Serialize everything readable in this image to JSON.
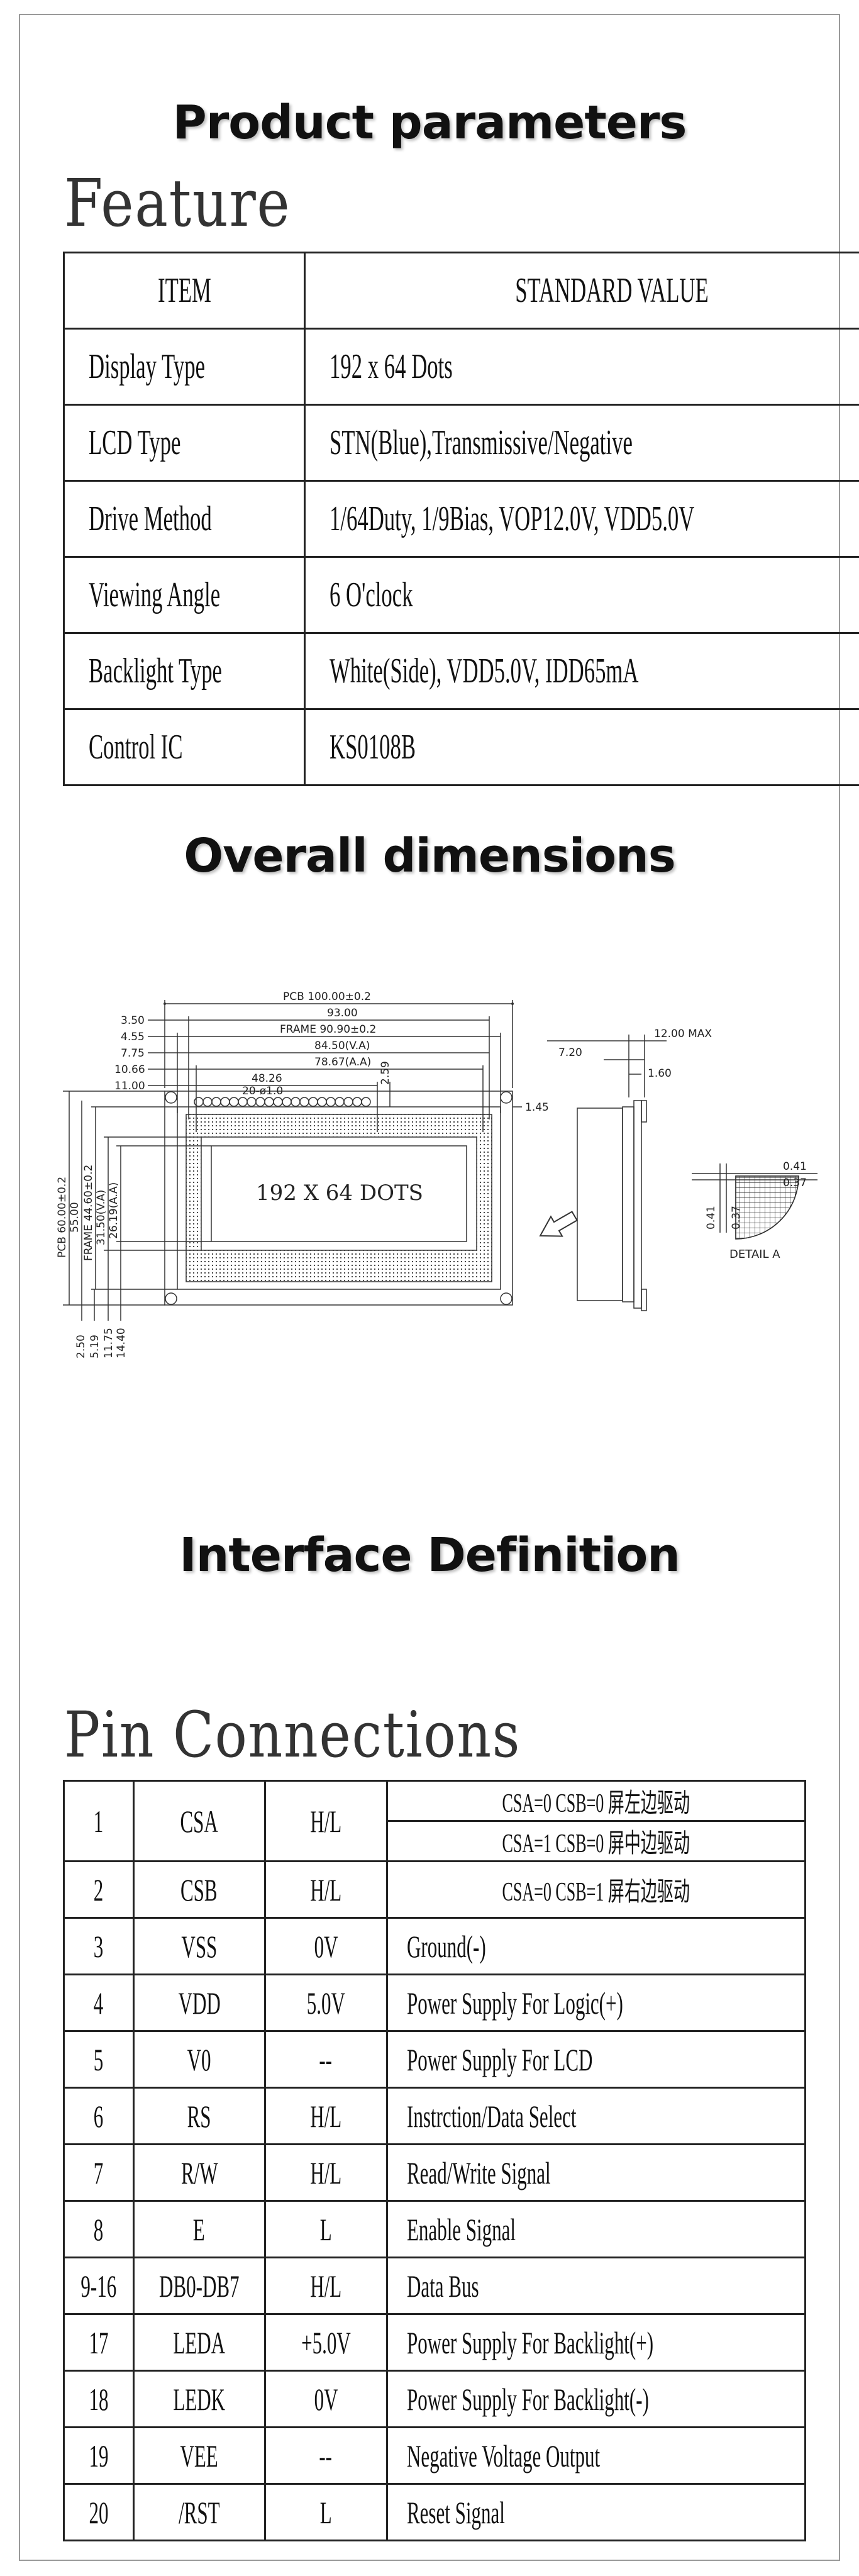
{
  "headings": {
    "product_parameters": "Product parameters",
    "feature": "Feature",
    "overall_dimensions": "Overall dimensions",
    "interface_definition": "Interface Definition",
    "pin_connections": "Pin Connections"
  },
  "feature_table": {
    "header": [
      "ITEM",
      "STANDARD VALUE"
    ],
    "rows": [
      [
        "Display Type",
        "192 x 64 Dots"
      ],
      [
        "LCD Type",
        "STN(Blue),Transmissive/Negative"
      ],
      [
        "Drive Method",
        "1/64Duty, 1/9Bias, VOP12.0V, VDD5.0V"
      ],
      [
        "Viewing Angle",
        "6 O'clock"
      ],
      [
        "Backlight Type",
        "White(Side), VDD5.0V, IDD65mA"
      ],
      [
        "Control IC",
        "KS0108B"
      ]
    ]
  },
  "drawing": {
    "display_text": "192 X 64 DOTS",
    "h_dims": [
      "PCB 100.00±0.2",
      "93.00",
      "FRAME 90.90±0.2",
      "84.50(V.A)",
      "78.67(A.A)",
      "48.26",
      "20-ø1.0"
    ],
    "left_dims": [
      "3.50",
      "4.55",
      "7.75",
      "10.66",
      "11.00"
    ],
    "v_dims": [
      "PCB 60.00±0.2",
      "55.00",
      "FRAME 44.60±0.2",
      "31.50(V.A)",
      "26.19(A.A)"
    ],
    "bottom_dims": [
      "2.50",
      "5.19",
      "11.75",
      "14.40"
    ],
    "right_dims": [
      "2.59",
      "1.45"
    ],
    "side_dims": [
      "7.20",
      "12.00 MAX",
      "1.60"
    ],
    "detail_dims": [
      "0.41",
      "0.37",
      "0.41",
      "0.37"
    ],
    "detail_label": "DETAIL A"
  },
  "pins": {
    "rows": [
      {
        "no": "1",
        "sym": "CSA",
        "level": "H/L"
      },
      {
        "no": "2",
        "sym": "CSB",
        "level": "H/L"
      },
      {
        "no": "3",
        "sym": "VSS",
        "level": "0V",
        "func": "Ground(-)"
      },
      {
        "no": "4",
        "sym": "VDD",
        "level": "5.0V",
        "func": "Power Supply For Logic(+)"
      },
      {
        "no": "5",
        "sym": "V0",
        "level": "--",
        "func": "Power Supply For LCD"
      },
      {
        "no": "6",
        "sym": "RS",
        "level": "H/L",
        "func": "Instrction/Data Select"
      },
      {
        "no": "7",
        "sym": "R/W",
        "level": "H/L",
        "func": "Read/Write Signal"
      },
      {
        "no": "8",
        "sym": "E",
        "level": "L",
        "func": "Enable Signal"
      },
      {
        "no": "9-16",
        "sym": "DB0-DB7",
        "level": "H/L",
        "func": "Data Bus"
      },
      {
        "no": "17",
        "sym": "LEDA",
        "level": "+5.0V",
        "func": "Power Supply For Backlight(+)"
      },
      {
        "no": "18",
        "sym": "LEDK",
        "level": "0V",
        "func": "Power Supply For Backlight(-)"
      },
      {
        "no": "19",
        "sym": "VEE",
        "level": "--",
        "func": "Negative Voltage Output"
      },
      {
        "no": "20",
        "sym": "/RST",
        "level": "L",
        "func": "Reset Signal"
      }
    ],
    "cs_modes": [
      "CSA=0 CSB=0 屏左边驱动",
      "CSA=1 CSB=0 屏中边驱动",
      "CSA=0 CSB=1 屏右边驱动"
    ]
  }
}
